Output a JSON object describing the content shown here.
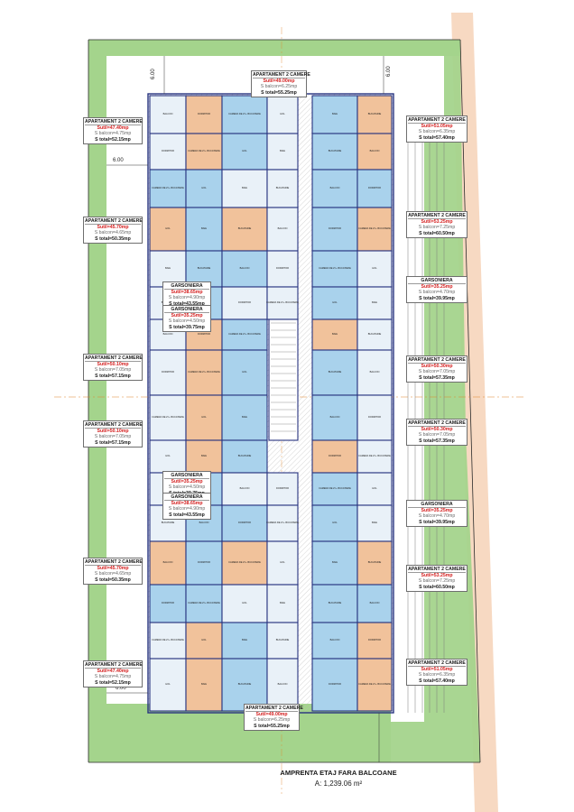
{
  "caption": {
    "title": "AMPRENTA ETAJ FARA BALCOANE",
    "area": "A: 1,239.06 m²"
  },
  "dimensions": [
    "6.00",
    "6.00",
    "6.00",
    "6.00"
  ],
  "colors": {
    "landscape": "#a4d48c",
    "terrain": "#f4c9a8",
    "wall": "#26327f",
    "room_blue": "#a9d2ec",
    "room_orange": "#f1c29b",
    "room_white": "#e9f1f8",
    "axis_line": "#e0832a",
    "area_red": "#d41e1e"
  },
  "rooms": {
    "living": "CAMERA DE ZI + BUCATARIE",
    "bedroom": "DORMITOR",
    "bath": "BAIE",
    "hall": "HOL",
    "kitchen": "BUCATARIE",
    "balcony": "BALCON"
  },
  "labels": {
    "top_center": {
      "title": "APARTAMENT 2 CAMERE",
      "useful": "Sutil=49.00mp",
      "balcony": "S balcon=6.25mp",
      "total": "S total=55.25mp"
    },
    "bottom_center": {
      "title": "APARTAMENT 2 CAMERE",
      "useful": "Sutil=49.00mp",
      "balcony": "S balcon=6.25mp",
      "total": "S total=55.25mp"
    },
    "left": [
      {
        "title": "APARTAMENT 2 CAMERE",
        "useful": "Sutil=47.40mp",
        "balcony": "S balcon=4.75mp",
        "total": "S total=52.15mp"
      },
      {
        "title": "APARTAMENT 2 CAMERE",
        "useful": "Sutil=45.70mp",
        "balcony": "S balcon=4.65mp",
        "total": "S total=50.35mp"
      },
      {
        "title": "APARTAMENT 2 CAMERE",
        "useful": "Sutil=50.10mp",
        "balcony": "S balcon=7.05mp",
        "total": "S total=57.15mp"
      },
      {
        "title": "APARTAMENT 2 CAMERE",
        "useful": "Sutil=50.10mp",
        "balcony": "S balcon=7.05mp",
        "total": "S total=57.15mp"
      },
      {
        "title": "APARTAMENT 2 CAMERE",
        "useful": "Sutil=45.70mp",
        "balcony": "S balcon=4.65mp",
        "total": "S total=50.35mp"
      },
      {
        "title": "APARTAMENT 2 CAMERE",
        "useful": "Sutil=47.40mp",
        "balcony": "S balcon=4.75mp",
        "total": "S total=52.15mp"
      }
    ],
    "right": [
      {
        "title": "APARTAMENT 2 CAMERE",
        "useful": "Sutil=51.05mp",
        "balcony": "S balcon=6.35mp",
        "total": "S total=57.40mp"
      },
      {
        "title": "APARTAMENT 2 CAMERE",
        "useful": "Sutil=53.25mp",
        "balcony": "S balcon=7.25mp",
        "total": "S total=60.50mp"
      },
      {
        "title": "GARSONIERA",
        "useful": "Sutil=35.25mp",
        "balcony": "S balcon=4.70mp",
        "total": "S total=39.95mp"
      },
      {
        "title": "APARTAMENT 2 CAMERE",
        "useful": "Sutil=50.30mp",
        "balcony": "S balcon=7.05mp",
        "total": "S total=57.35mp"
      },
      {
        "title": "APARTAMENT 2 CAMERE",
        "useful": "Sutil=50.30mp",
        "balcony": "S balcon=7.05mp",
        "total": "S total=57.35mp"
      },
      {
        "title": "GARSONIERA",
        "useful": "Sutil=35.25mp",
        "balcony": "S balcon=4.70mp",
        "total": "S total=39.95mp"
      },
      {
        "title": "APARTAMENT 2 CAMERE",
        "useful": "Sutil=53.25mp",
        "balcony": "S balcon=7.25mp",
        "total": "S total=60.50mp"
      },
      {
        "title": "APARTAMENT 2 CAMERE",
        "useful": "Sutil=51.05mp",
        "balcony": "S balcon=6.35mp",
        "total": "S total=57.40mp"
      }
    ],
    "inner_left": [
      {
        "title": "GARSONIERA",
        "useful": "Sutil=38.65mp",
        "balcony": "S balcon=4.90mp",
        "total": "S total=43.55mp"
      },
      {
        "title": "GARSONIERA",
        "useful": "Sutil=35.25mp",
        "balcony": "S balcon=4.50mp",
        "total": "S total=39.75mp"
      },
      {
        "title": "GARSONIERA",
        "useful": "Sutil=35.25mp",
        "balcony": "S balcon=4.50mp",
        "total": "S total=39.75mp"
      },
      {
        "title": "GARSONIERA",
        "useful": "Sutil=38.65mp",
        "balcony": "S balcon=4.90mp",
        "total": "S total=43.55mp"
      }
    ]
  }
}
